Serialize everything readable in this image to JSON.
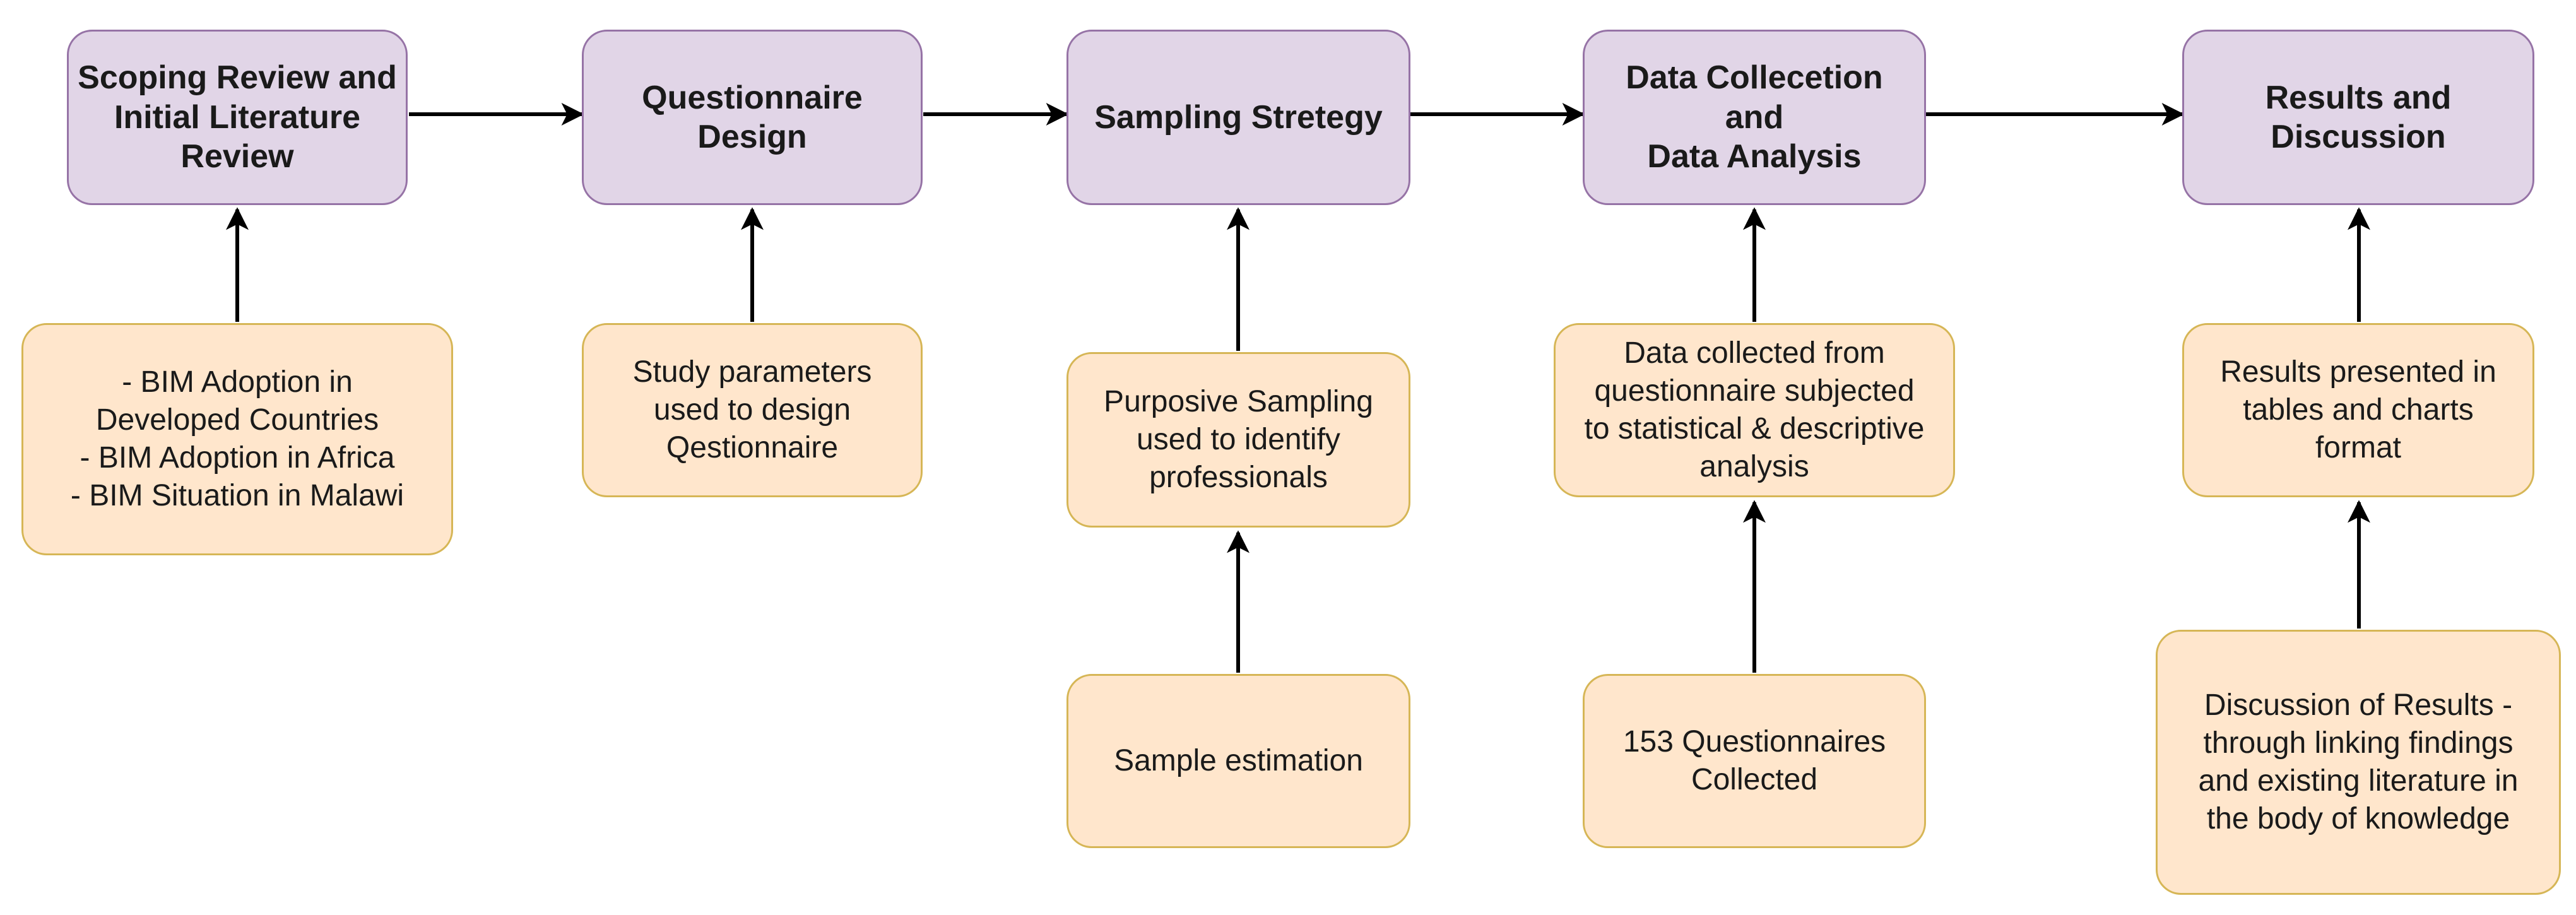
{
  "colors": {
    "step_fill": "#e1d5e7",
    "step_border": "#9673a6",
    "note_fill": "#ffe6cc",
    "note_border": "#d6b656",
    "arrow": "#000000"
  },
  "steps": [
    {
      "label": "Scoping Review and\nInitial Literature\nReview"
    },
    {
      "label": "Questionnaire\nDesign"
    },
    {
      "label": "Sampling Stretegy"
    },
    {
      "label": "Data Collecetion\nand\nData Analysis"
    },
    {
      "label": "Results and\nDiscussion"
    }
  ],
  "notes": {
    "bim_context": "- BIM Adoption in\nDeveloped Countries\n- BIM Adoption in Africa\n- BIM Situation in Malawi",
    "study_parameters": "Study parameters\nused to design\nQestionnaire",
    "purposive_sampling": "Purposive Sampling\nused to identify\nprofessionals",
    "sample_estimation": "Sample estimation",
    "data_collected": "Data collected from\nquestionnaire subjected\nto statistical & descriptive\nanalysis",
    "questionnaires_collected": "153 Questionnaires\nCollected",
    "results_presented": "Results presented in\ntables and charts\nformat",
    "discussion": "Discussion of Results -\nthrough linking findings\nand existing literature in\nthe body of knowledge"
  }
}
